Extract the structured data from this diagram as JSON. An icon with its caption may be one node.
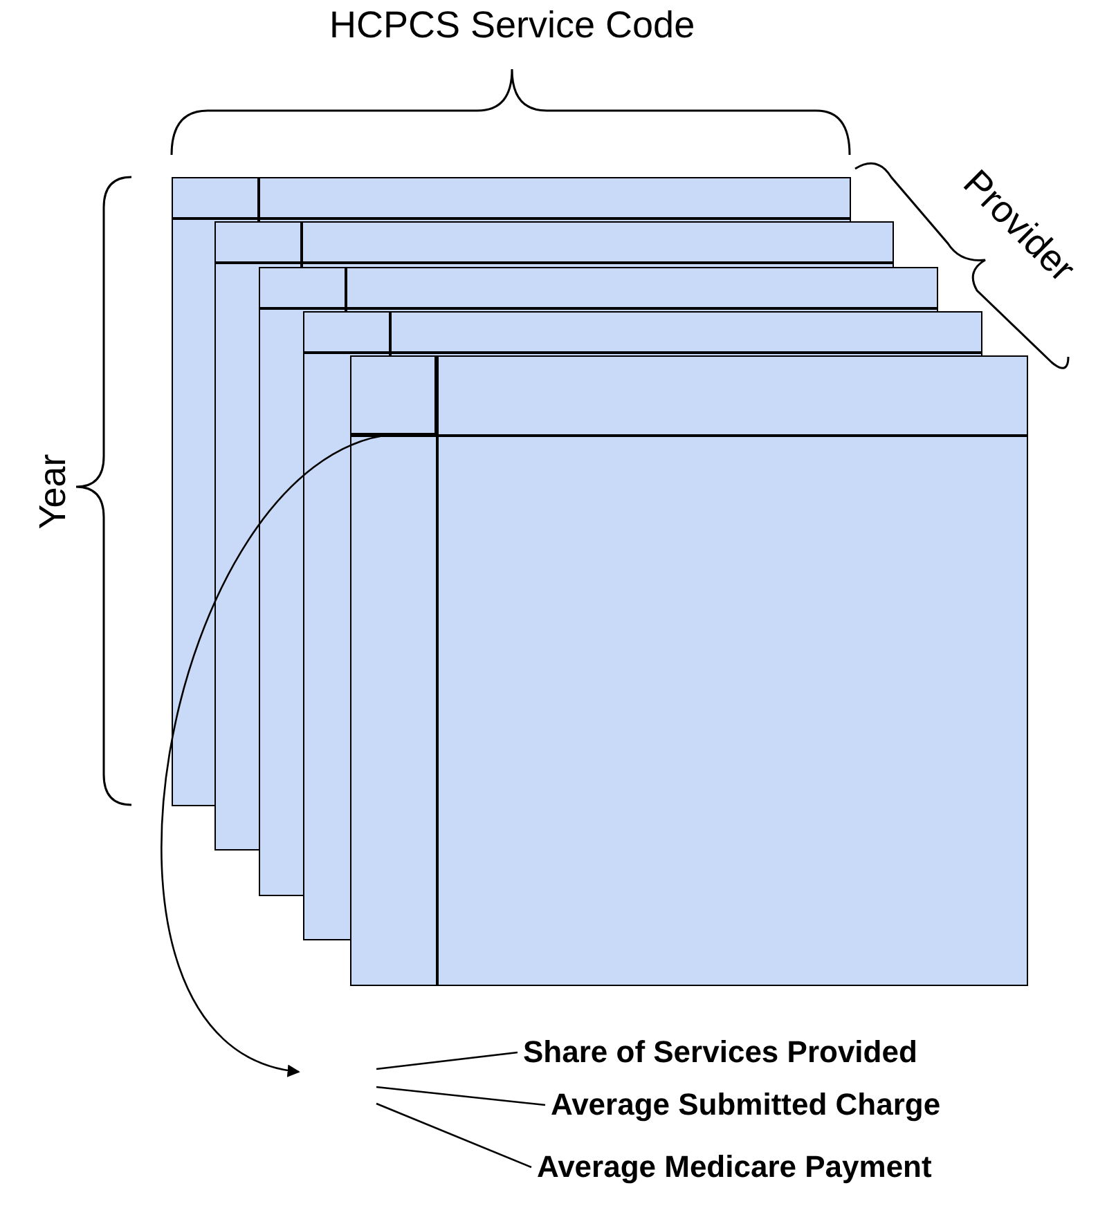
{
  "diagram": {
    "nodes": [
      {
        "text": [],
        "shape": "box"
      },
      {
        "text": [],
        "shape": "box"
      },
      {
        "text": [],
        "shape": "box"
      },
      {
        "text": [],
        "shape": "box"
      },
      {
        "text": [],
        "shape": "box"
      },
      {
        "text": [],
        "shape": "box"
      },
      {
        "text": [
          "Share of Services Provided"
        ]
      },
      {
        "text": [
          "Average Submitted Charge"
        ]
      },
      {
        "text": [
          "Average Medicare Payment"
        ]
      }
    ],
    "edges": [
      {
        "from": 5,
        "to": null,
        "arrow": "to"
      },
      {
        "from": null,
        "to": 6,
        "arrow": "none"
      },
      {
        "from": null,
        "to": 7,
        "arrow": "none"
      },
      {
        "from": null,
        "to": 8,
        "arrow": "none"
      }
    ],
    "labels": [
      "HCPCS Service Code",
      "Provider",
      "Year"
    ]
  }
}
